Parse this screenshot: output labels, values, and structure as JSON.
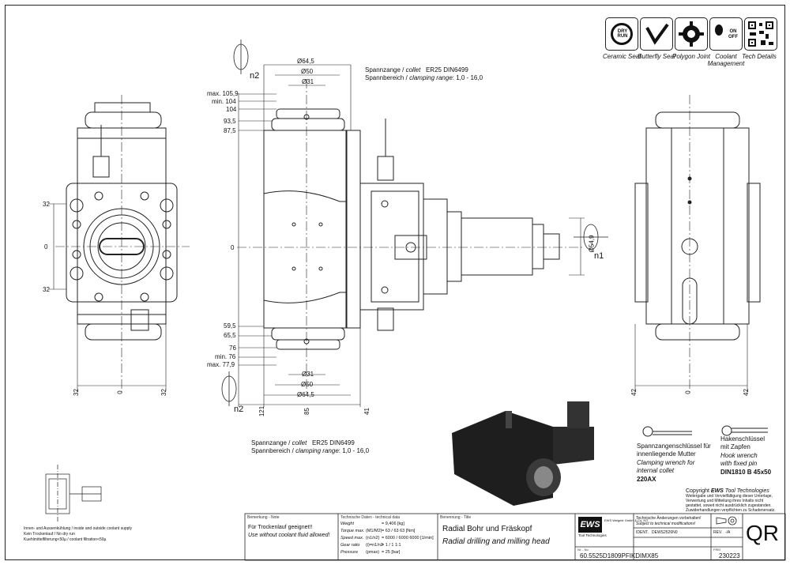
{
  "features": [
    {
      "icon": "ceramic-seal-icon",
      "badge": "DRY RUN",
      "label": "Ceramic Seal"
    },
    {
      "icon": "butterfly-seal-icon",
      "badge": "",
      "label": "Butterfly Seal"
    },
    {
      "icon": "polygon-joint-icon",
      "badge": "",
      "label": "Polygon Joint"
    },
    {
      "icon": "coolant-management-icon",
      "badge": "ON OFF",
      "label": "Coolant Management"
    },
    {
      "icon": "qr-code-icon",
      "badge": "",
      "label": "Tech Details"
    }
  ],
  "collet_top": {
    "line1_de": "Spannzange /",
    "line1_en": "collet",
    "line1_val": "ER25   DIN6499",
    "line2_de": "Spannbereich /",
    "line2_en": "clamping range",
    "line2_val": ": 1,0 - 16,0"
  },
  "collet_bottom": {
    "line1_de": "Spannzange /",
    "line1_en": "collet",
    "line1_val": "ER25   DIN6499",
    "line2_de": "Spannbereich /",
    "line2_en": "clamping range",
    "line2_val": ": 1,0 - 16,0"
  },
  "dims": {
    "top_d645": "Ø64,5",
    "top_d50": "Ø50",
    "top_d31": "Ø31",
    "max1059": "max. 105,9",
    "min104": "min. 104",
    "v104": "104",
    "v935": "93,5",
    "v875": "87,5",
    "v595": "59,5",
    "v655": "65,5",
    "v76": "76",
    "min76": "min. 76",
    "max779": "max. 77,9",
    "bot_d31": "Ø31",
    "bot_d50": "Ø50",
    "bot_d645": "Ø64,5",
    "b121": "121",
    "b85": "85",
    "b41": "41",
    "d549": "Ø54,9",
    "n1": "n1",
    "n2_top": "n2",
    "n2_bot": "n2",
    "left32_top": "32",
    "left0": "0",
    "left32_bot": "32",
    "lb32a": "32",
    "lb0": "0",
    "lb32b": "32",
    "rb42a": "42",
    "rb0": "0",
    "rb42b": "42",
    "mid0": "0"
  },
  "wrench1": {
    "de1": "Spannzangenschlüssel für",
    "de2": "innenliegende Mutter",
    "en1": "Clamping wrench for",
    "en2": "internal collet",
    "code": "220AX"
  },
  "wrench2": {
    "de1": "Hakenschlüssel",
    "de2": "mit Zapfen",
    "en1": "Hook wrench",
    "en2": "with fixed pin",
    "code": "DIN1810 B 45x50"
  },
  "copyright": {
    "title_pre": "Copyright ",
    "title_brand": "EWS",
    "title_post": " Tool Technologies",
    "l1": "Weitergabe und Vervielfältigung dieser Unterlage,",
    "l2": "Verwertung und Mitteilung ihres Inhalts nicht",
    "l3": "gestattet, soweit nicht ausdrücklich zugestanden.",
    "l4": "Zuwiderhandlungen verpflichten zu Schadenersatz."
  },
  "coolant_note": {
    "l1": "Innen- und Aussenkühlung / inside and outside coolant supply",
    "l2": "Kein Trockenlauf / No dry run",
    "l3": "Kuehlmittelfilterung<50µ / coolant filtration<50µ"
  },
  "title_block": {
    "remark_label": "Bemerkung - Note",
    "remark1": "Für Trockenlauf geeignet!!",
    "remark2": "Use without coolant fluid allowed!",
    "tech_label": "Technische Daten - technical data",
    "tech_rows": [
      {
        "k": "Weight",
        "u": "",
        "v": "= 9,406  [kg]"
      },
      {
        "k": "Torque max.",
        "u": "(M1/M2)",
        "v": "= 63 / 63   63 [Nm]"
      },
      {
        "k": "Speed max.",
        "u": "(n1/n2)",
        "v": "= 6000 / 6000   6000 [1/min]"
      },
      {
        "k": "Gear ratio",
        "u": "(i)=n1/n2",
        "v": "= 1 / 1   1:1"
      },
      {
        "k": "Pressure",
        "u": "(pmax)",
        "v": "= 25 [bar]"
      }
    ],
    "name_label": "Benennung - Title",
    "name_de": "Radial Bohr und Fräskopf",
    "name_en": "Radial drilling and milling head",
    "logo": "EWS",
    "logo_sub": "Tool Technologies",
    "company": "EWS Weigele GmbH & Co. KG",
    "no_label": "Nr. - No",
    "part_no": "60.5525D1809PFIKDIMX85",
    "change1": "Technische Änderungen vorbehalten!",
    "change2": "Subject to technical modifications!",
    "ident_label": "IDENT.",
    "ident": "DEWS2526N0",
    "rev_label": "REV.",
    "rev": "-/A",
    "date_label": "FREI",
    "date": "230223",
    "qr": "QR"
  }
}
